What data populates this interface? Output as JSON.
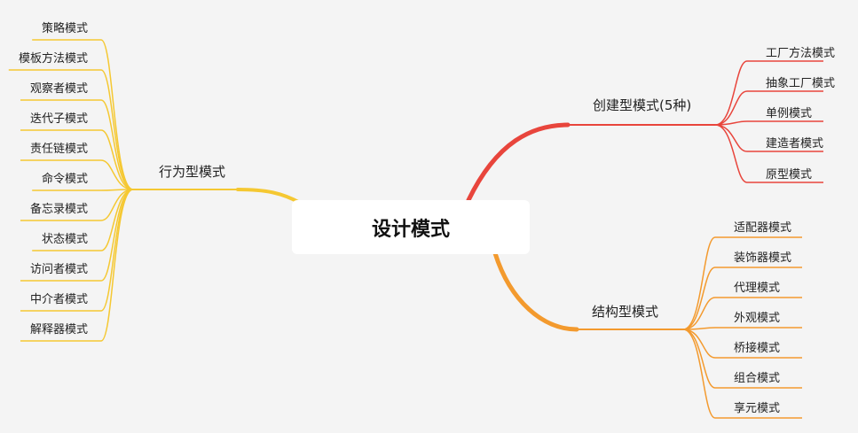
{
  "root": {
    "label": "设计模式"
  },
  "branches": {
    "creational": {
      "label": "创建型模式(5种)",
      "color": "#e8453c",
      "items": [
        "工厂方法模式",
        "抽象工厂模式",
        "单例模式",
        "建造者模式",
        "原型模式"
      ]
    },
    "structural": {
      "label": "结构型模式",
      "color": "#f39a2e",
      "items": [
        "适配器模式",
        "装饰器模式",
        "代理模式",
        "外观模式",
        "桥接模式",
        "组合模式",
        "享元模式"
      ]
    },
    "behavioral": {
      "label": "行为型模式",
      "color": "#f5c832",
      "items": [
        "策略模式",
        "模板方法模式",
        "观察者模式",
        "迭代子模式",
        "责任链模式",
        "命令模式",
        "备忘录模式",
        "状态模式",
        "访问者模式",
        "中介者模式",
        "解释器模式"
      ]
    }
  }
}
